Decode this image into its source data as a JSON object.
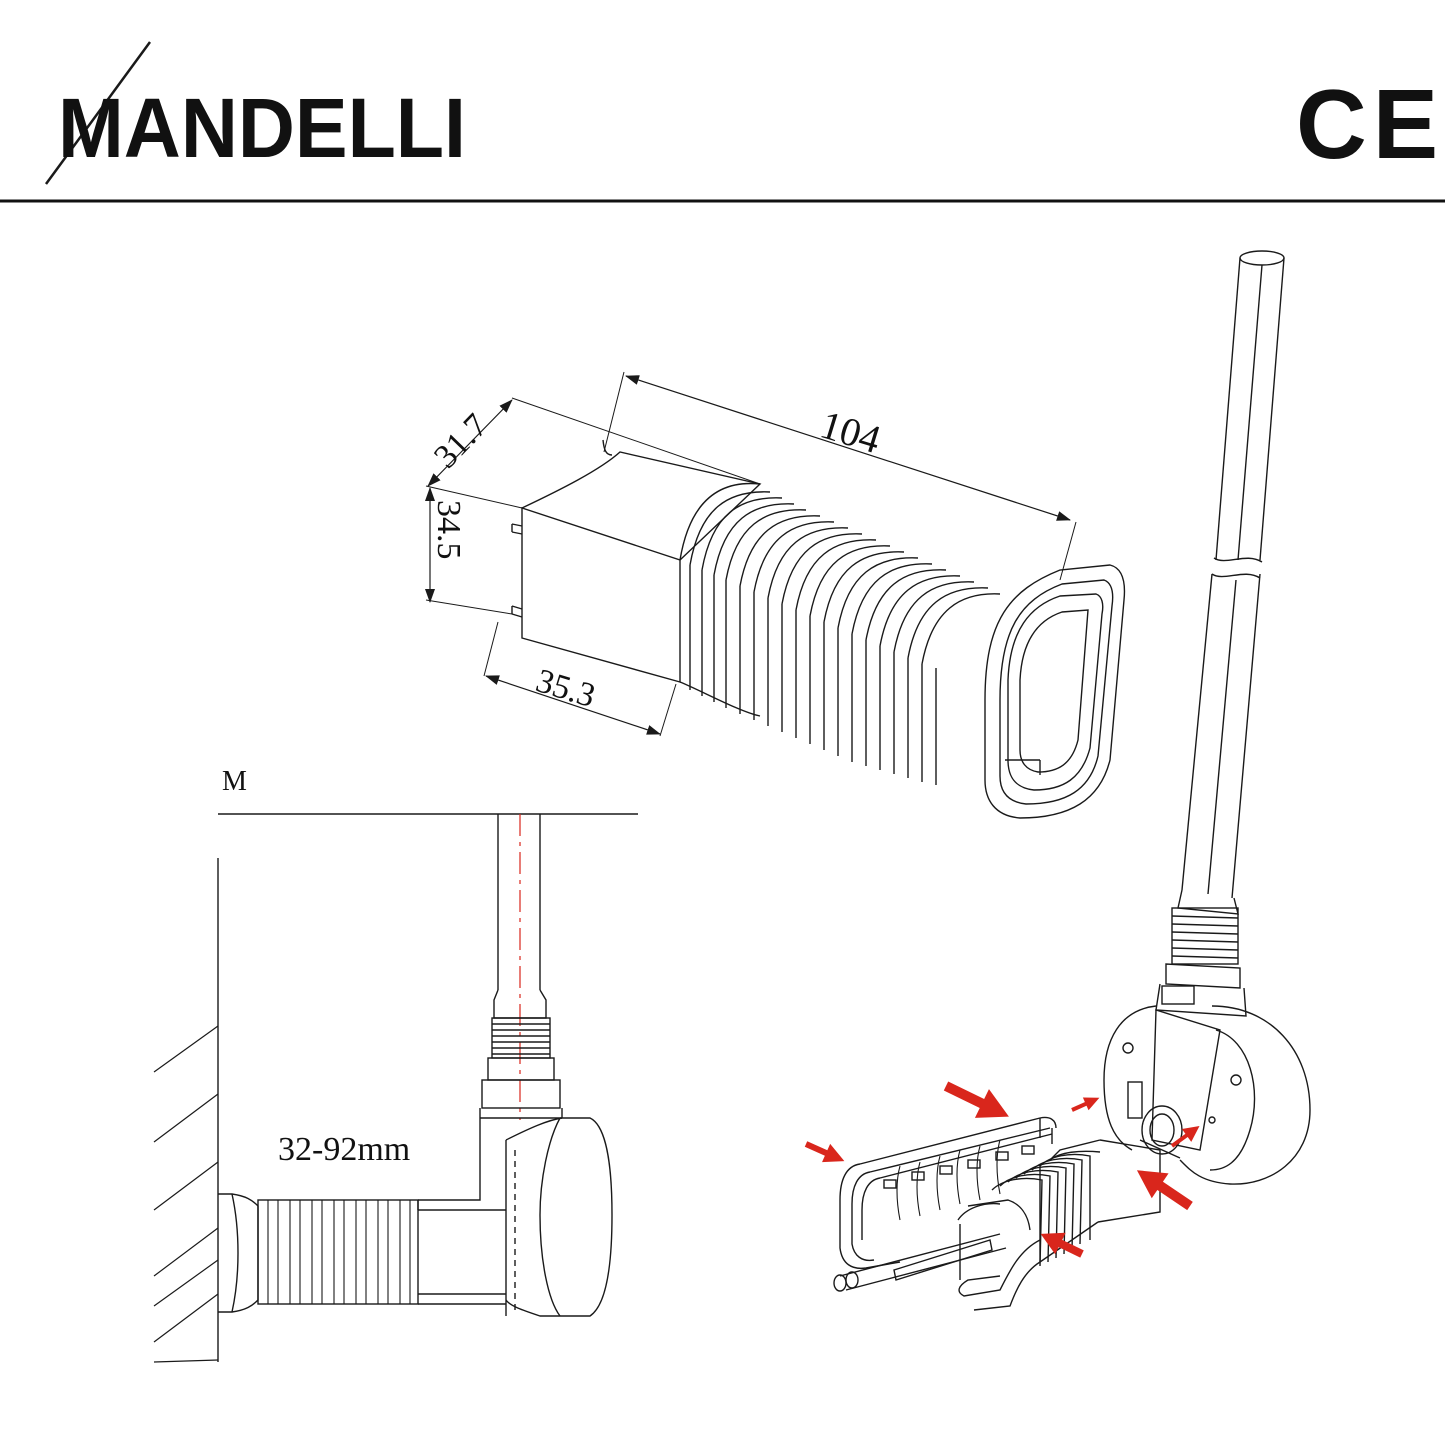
{
  "header": {
    "brand": "MANDELLI",
    "certification": "CE"
  },
  "dimensions": {
    "width": "31.7",
    "height": "34.5",
    "length": "104",
    "socket_depth": "35.3"
  },
  "installation": {
    "wall_marker": "M",
    "distance_range": "32-92mm"
  },
  "colors": {
    "line": "#1a1a1a",
    "accent": "#d9261c",
    "background": "#ffffff"
  }
}
